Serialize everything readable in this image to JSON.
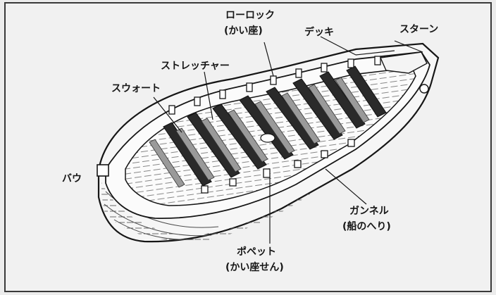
{
  "labels": {
    "rowlock": "ローロック",
    "rowlock_sub": "(かい座)",
    "deck": "デッキ",
    "stern": "スターン",
    "stretcher": "ストレッチャー",
    "thwart": "スウォート",
    "bow": "バウ",
    "gunwale": "ガンネル",
    "gunwale_sub": "(船のへり)",
    "poppet": "ポペット",
    "poppet_sub": "(かい座せん)"
  },
  "colors": {
    "ink": "#161616",
    "paper": "#f1f1f1",
    "hatch": "#5a5a5a"
  }
}
